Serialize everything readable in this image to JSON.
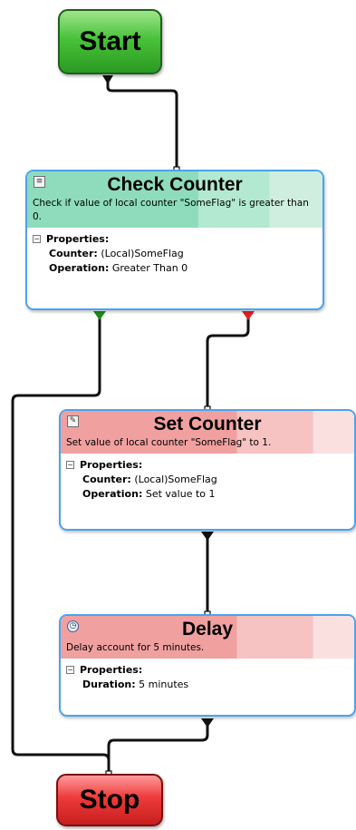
{
  "terminals": {
    "start": "Start",
    "stop": "Stop"
  },
  "nodes": [
    {
      "id": "check-counter",
      "title": "Check Counter",
      "description": "Check if value of local counter \"SomeFlag\" is greater than 0.",
      "properties_label": "Properties:",
      "properties": [
        {
          "key": "Counter:",
          "value": "(Local)SomeFlag"
        },
        {
          "key": "Operation:",
          "value": "Greater Than 0"
        }
      ]
    },
    {
      "id": "set-counter",
      "title": "Set Counter",
      "description": "Set value of local counter \"SomeFlag\" to 1.",
      "properties_label": "Properties:",
      "properties": [
        {
          "key": "Counter:",
          "value": "(Local)SomeFlag"
        },
        {
          "key": "Operation:",
          "value": "Set value to 1"
        }
      ]
    },
    {
      "id": "delay",
      "title": "Delay",
      "description": "Delay account for 5 minutes.",
      "properties_label": "Properties:",
      "properties": [
        {
          "key": "Duration:",
          "value": "5 minutes"
        }
      ]
    }
  ],
  "colors": {
    "start": "#3cb83a",
    "stop": "#e33434",
    "node_border": "#4aa3f0",
    "check_header": "#8fdcbc",
    "action_header": "#f1a0a0",
    "true_port": "#1a8c1a",
    "false_port": "#e02020"
  }
}
